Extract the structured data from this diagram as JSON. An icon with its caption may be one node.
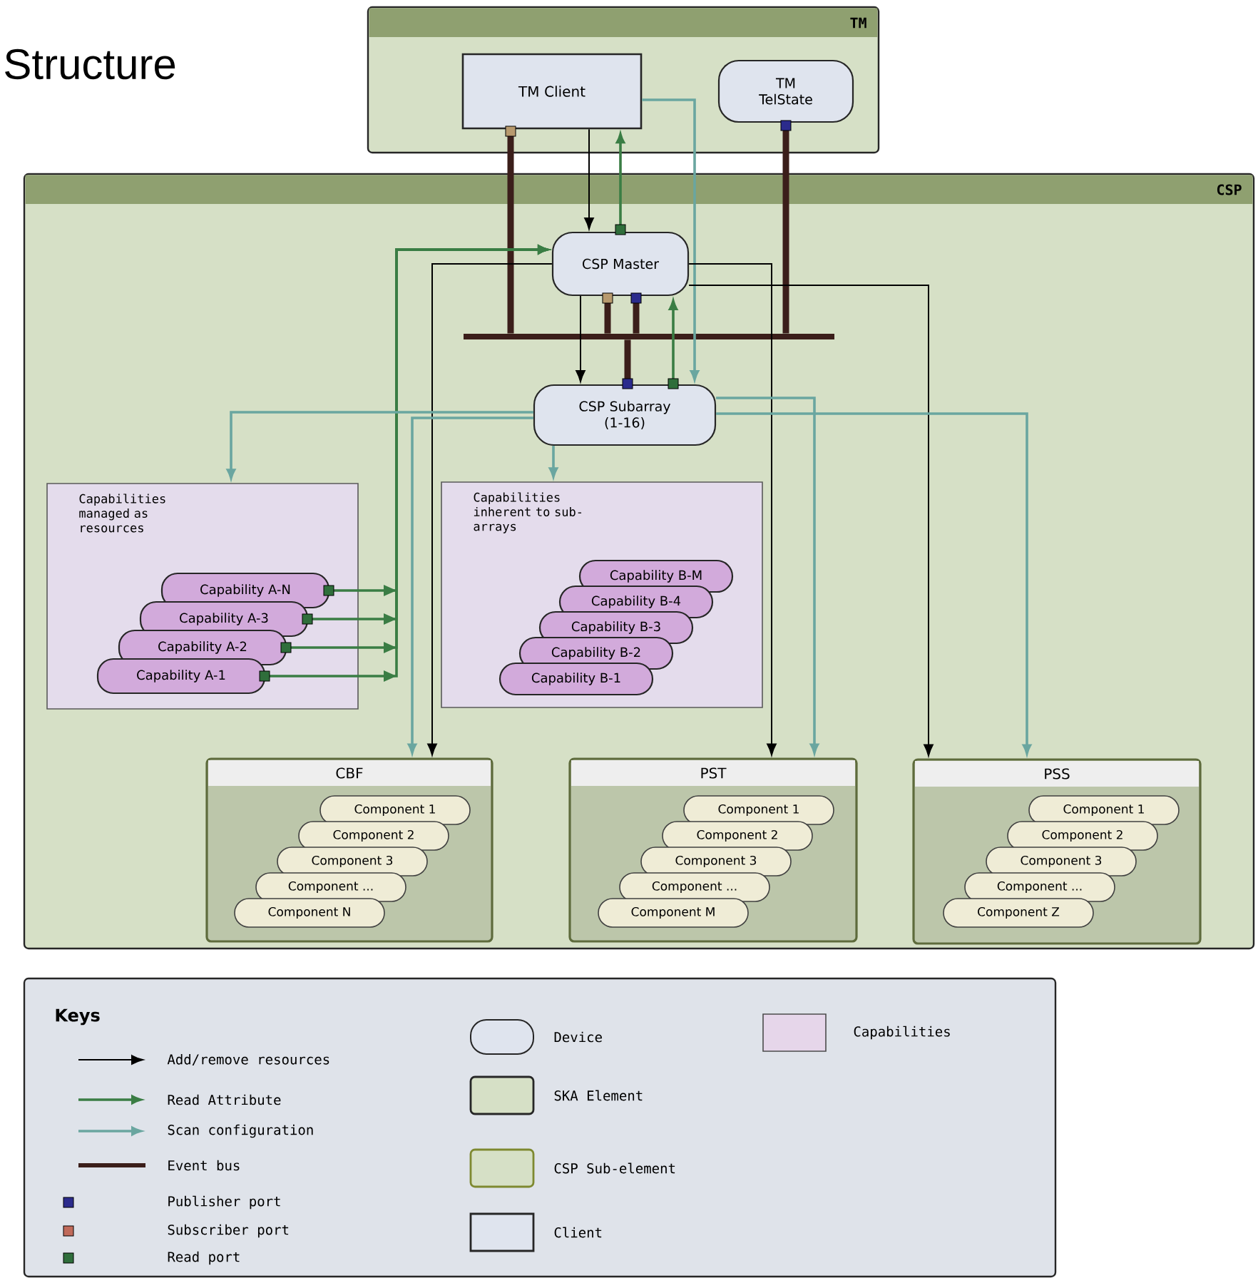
{
  "diagram": {
    "title": "Structure",
    "nodes": [
      {
        "text": [
          "TM"
        ]
      },
      {
        "text": [
          "TM Client"
        ],
        "in": 0
      },
      {
        "text": [
          "TM TelState"
        ],
        "in": 0
      },
      {
        "text": [
          "CSP"
        ]
      },
      {
        "text": [
          "CSP Master"
        ],
        "in": 3
      },
      {
        "text": [],
        "shape": "bar",
        "in": 3
      },
      {
        "text": [
          "CSP Subarray (1-16)"
        ],
        "in": 3
      },
      {
        "text": [
          "Capabilities managed as resources"
        ],
        "in": 3
      },
      {
        "text": [
          "Capability A-N"
        ],
        "in": 7
      },
      {
        "text": [
          "Capability A-3"
        ],
        "in": 7
      },
      {
        "text": [
          "Capability A-2"
        ],
        "in": 7
      },
      {
        "text": [
          "Capability A-1"
        ],
        "in": 7
      },
      {
        "text": [
          "Capabilities inherent to sub-arrays"
        ],
        "in": 3
      },
      {
        "text": [
          "Capability B-M"
        ],
        "in": 12
      },
      {
        "text": [
          "Capability B-4"
        ],
        "in": 12
      },
      {
        "text": [
          "Capability B-3"
        ],
        "in": 12
      },
      {
        "text": [
          "Capability B-2"
        ],
        "in": 12
      },
      {
        "text": [
          "Capability B-1"
        ],
        "in": 12
      },
      {
        "text": [
          "CBF"
        ],
        "in": 3
      },
      {
        "text": [
          "Component 1"
        ],
        "in": 18
      },
      {
        "text": [
          "Component 2"
        ],
        "in": 18
      },
      {
        "text": [
          "Component 3"
        ],
        "in": 18
      },
      {
        "text": [
          "Component ..."
        ],
        "in": 18
      },
      {
        "text": [
          "Component N"
        ],
        "in": 18
      },
      {
        "text": [
          "PST"
        ],
        "in": 3
      },
      {
        "text": [
          "Component 1"
        ],
        "in": 24
      },
      {
        "text": [
          "Component 2"
        ],
        "in": 24
      },
      {
        "text": [
          "Component 3"
        ],
        "in": 24
      },
      {
        "text": [
          "Component ..."
        ],
        "in": 24
      },
      {
        "text": [
          "Component M"
        ],
        "in": 24
      },
      {
        "text": [
          "PSS"
        ],
        "in": 3
      },
      {
        "text": [
          "Component 1"
        ],
        "in": 30
      },
      {
        "text": [
          "Component 2"
        ],
        "in": 30
      },
      {
        "text": [
          "Component 3"
        ],
        "in": 30
      },
      {
        "text": [
          "Component ..."
        ],
        "in": 30
      },
      {
        "text": [
          "Component Z"
        ],
        "in": 30
      }
    ],
    "edges": [
      {
        "from": 1,
        "to": 5,
        "arrow": "none",
        "style": "thick",
        "color": "#3b1e1a"
      },
      {
        "from": 2,
        "to": 5,
        "arrow": "none",
        "style": "thick",
        "color": "#3b1e1a"
      },
      {
        "from": 4,
        "to": 5,
        "arrow": "none",
        "style": "thick",
        "color": "#3b1e1a"
      },
      {
        "from": 4,
        "to": 5,
        "arrow": "none",
        "style": "thick",
        "color": "#3b1e1a"
      },
      {
        "from": 6,
        "to": 5,
        "arrow": "none",
        "style": "thick",
        "color": "#3b1e1a"
      },
      {
        "from": 1,
        "to": 4,
        "arrow": "to",
        "color": "#000000"
      },
      {
        "from": 4,
        "to": 1,
        "arrow": "to",
        "color": "#3a7d44"
      },
      {
        "from": 1,
        "to": 6,
        "arrow": "to",
        "color": "#6aa6a0"
      },
      {
        "from": 4,
        "to": 6,
        "arrow": "to",
        "color": "#000000"
      },
      {
        "from": 6,
        "to": 4,
        "arrow": "to",
        "color": "#3a7d44"
      },
      {
        "from": 8,
        "to": 4,
        "arrow": "to",
        "color": "#3a7d44"
      },
      {
        "from": 9,
        "to": 4,
        "arrow": "to",
        "color": "#3a7d44"
      },
      {
        "from": 10,
        "to": 4,
        "arrow": "to",
        "color": "#3a7d44"
      },
      {
        "from": 11,
        "to": 4,
        "arrow": "to",
        "color": "#3a7d44"
      },
      {
        "from": 4,
        "to": 18,
        "arrow": "to",
        "color": "#000000"
      },
      {
        "from": 4,
        "to": 24,
        "arrow": "to",
        "color": "#000000"
      },
      {
        "from": 4,
        "to": 30,
        "arrow": "to",
        "color": "#000000"
      },
      {
        "from": 6,
        "to": 7,
        "arrow": "to",
        "color": "#6aa6a0"
      },
      {
        "from": 6,
        "to": 12,
        "arrow": "to",
        "color": "#6aa6a0"
      },
      {
        "from": 6,
        "to": 18,
        "arrow": "to",
        "color": "#6aa6a0"
      },
      {
        "from": 6,
        "to": 24,
        "arrow": "to",
        "color": "#6aa6a0"
      },
      {
        "from": 6,
        "to": 30,
        "arrow": "to",
        "color": "#6aa6a0"
      }
    ],
    "labels": [
      "Keys"
    ],
    "legend": [
      {
        "text": "Add/remove resources"
      },
      {
        "text": "Read Attribute"
      },
      {
        "text": "Scan configuration"
      },
      {
        "text": "Event bus"
      },
      {
        "text": "Publisher port",
        "color": "#2b2b8c"
      },
      {
        "text": "Subscriber port",
        "color": "#c06a5a"
      },
      {
        "text": "Read port",
        "color": "#2f6e3b"
      },
      {
        "text": "Device"
      },
      {
        "text": "SKA Element"
      },
      {
        "text": "CSP Sub-element"
      },
      {
        "text": "Client"
      },
      {
        "text": "Capabilities",
        "color": "#e6d6ea"
      }
    ]
  }
}
